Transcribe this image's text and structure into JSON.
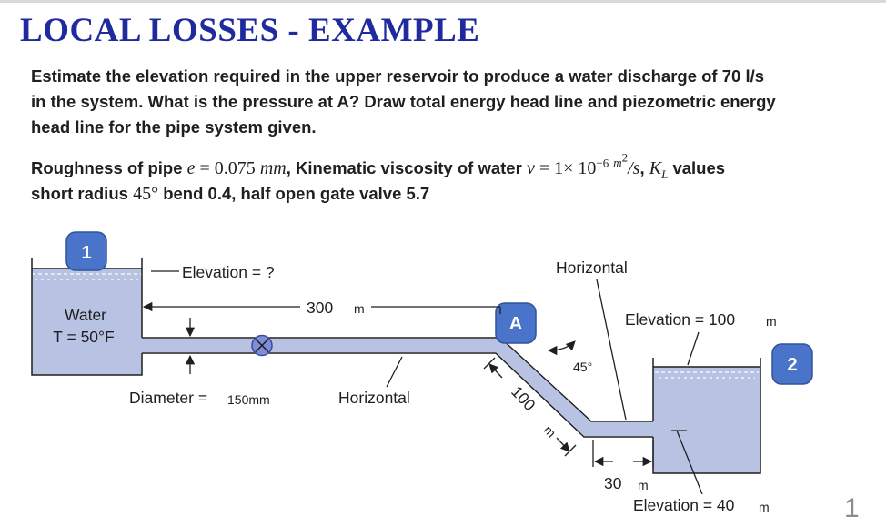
{
  "title": "LOCAL LOSSES - EXAMPLE",
  "problem": {
    "line1": "Estimate the elevation required in the upper reservoir to produce a water discharge of 70 l/s",
    "line2": "in the system. What is the pressure at A? Draw total energy head line and piezometric energy",
    "line3": "head line for the pipe system given."
  },
  "given": {
    "roughness_label": "Roughness of pipe",
    "roughness_var": "e",
    "roughness_value": "= 0.075",
    "roughness_unit": "mm",
    "viscosity_label": ", Kinematic viscosity of water",
    "viscosity_var": "ν",
    "viscosity_value": "= 1× 10",
    "viscosity_exp": "−6",
    "viscosity_unit_num": "m",
    "viscosity_unit_exp": "2",
    "viscosity_unit_den": "/s",
    "kl_sep": ",",
    "kl_var": "K",
    "kl_sub": "L",
    "kl_label": "values",
    "bend_label": "short radius",
    "bend_angle": "45°",
    "bend_value": "bend 0.4, half open gate valve 5.7"
  },
  "diagram": {
    "badge1": "1",
    "badge2": "2",
    "badgeA": "A",
    "elev_unknown": "Elevation = ?",
    "water_label": "Water",
    "temp_label": "T = 50°F",
    "length_300": "300",
    "unit_m": "m",
    "diameter_label": "Diameter =",
    "diameter_value": "150mm",
    "horizontal_lower": "Horizontal",
    "horizontal_upper": "Horizontal",
    "angle": "45°",
    "length_100": "100",
    "elev_100_label": "Elevation = 100",
    "length_30": "30",
    "elev_40_label": "Elevation = 40",
    "colors": {
      "water": "#b8c2e3",
      "badge": "#4a74c9",
      "pipe": "#b8c2e3",
      "valve": "#7f8ed9"
    }
  },
  "slide_number": "1"
}
